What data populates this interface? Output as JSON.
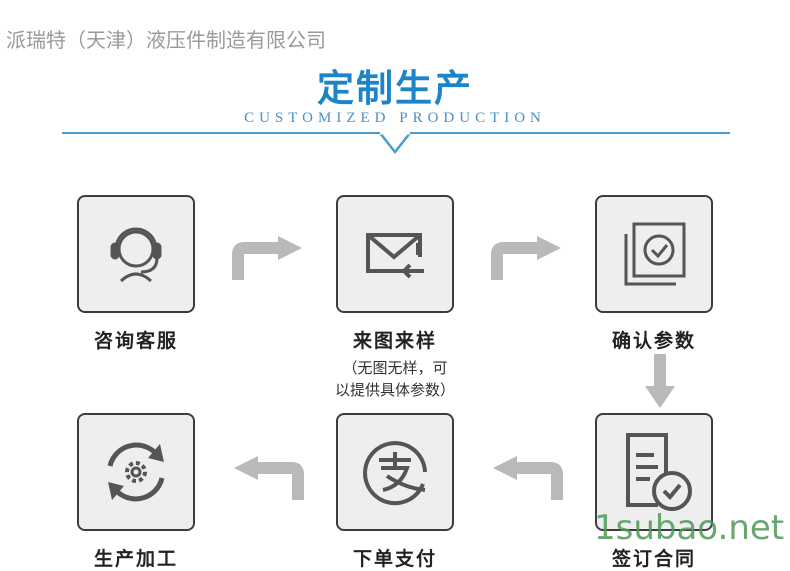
{
  "company": "派瑞特（天津）液压件制造有限公司",
  "title": "定制生产",
  "subtitle": "CUSTOMIZED PRODUCTION",
  "steps": [
    {
      "label": "咨询客服",
      "icon": "headset-icon"
    },
    {
      "label": "来图来样",
      "icon": "mail-icon",
      "note1": "（无图无样，可",
      "note2": "以提供具体参数）"
    },
    {
      "label": "确认参数",
      "icon": "check-docs-icon"
    },
    {
      "label": "签订合同",
      "icon": "contract-icon"
    },
    {
      "label": "下单支付",
      "icon": "alipay-icon"
    },
    {
      "label": "生产加工",
      "icon": "gear-cycle-icon"
    }
  ],
  "watermark": "1subao.net",
  "colors": {
    "accent": "#1c84c9",
    "arrow": "#b9b9b9",
    "box": "#eeeeee"
  }
}
